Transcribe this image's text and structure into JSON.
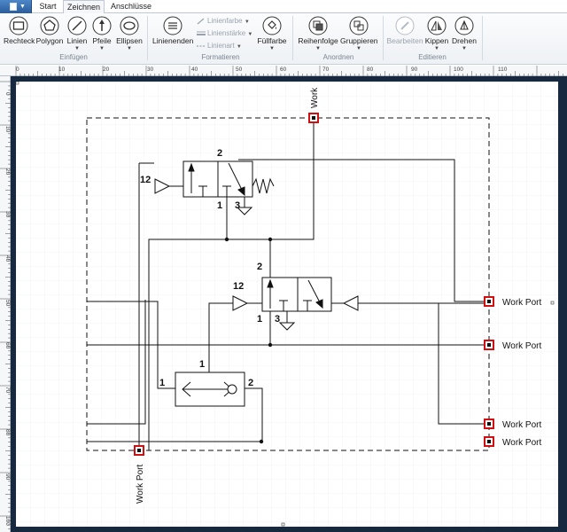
{
  "tabs": [
    {
      "label": "Start",
      "active": false
    },
    {
      "label": "Zeichnen",
      "active": true
    },
    {
      "label": "Anschlüsse",
      "active": false
    }
  ],
  "ribbon": {
    "einfuegen": {
      "rechteck": "Rechteck",
      "polygon": "Polygon",
      "linien": "Linien",
      "pfeile": "Pfeile",
      "ellipsen": "Ellipsen",
      "group": "Einfügen"
    },
    "formatieren": {
      "linienenden": "Linienenden",
      "linienfarbe": "Linienfarbe",
      "linienstaerke": "Linienstärke",
      "linienart": "Linienart",
      "fuellfarbe": "Füllfarbe",
      "group": "Formatieren"
    },
    "anordnen": {
      "reihenfolge": "Reihenfolge",
      "gruppieren": "Gruppieren",
      "group": "Anordnen"
    },
    "editieren": {
      "bearbeiten": "Bearbeiten",
      "kippen": "Kippen",
      "drehen": "Drehen",
      "group": "Editieren"
    }
  },
  "ruler": {
    "h_ticks": [
      "0",
      "10",
      "20",
      "30",
      "40",
      "50",
      "60",
      "70",
      "80",
      "90",
      "100",
      "110"
    ],
    "v_ticks": [
      "0",
      "10",
      "20",
      "30",
      "40",
      "50",
      "60",
      "70",
      "80",
      "90",
      "100"
    ]
  },
  "diagram": {
    "ports": {
      "top": "Work",
      "r1": "Work Port",
      "r2": "Work Port",
      "r3": "Work Port",
      "r4": "Work Port",
      "bottom": "Work Port"
    },
    "valve1": {
      "pilot": "12",
      "out": "2",
      "in": "1",
      "exhaust": "3"
    },
    "valve2": {
      "pilot": "12",
      "out": "2",
      "in": "1",
      "exhaust": "3"
    },
    "shuttle": {
      "top": "1",
      "left": "1",
      "right": "2"
    }
  },
  "colors": {
    "accent": "#2a5d9c",
    "port": "#d01010",
    "canvas_bg": "#16293f",
    "grid": "#e3e9f0"
  }
}
